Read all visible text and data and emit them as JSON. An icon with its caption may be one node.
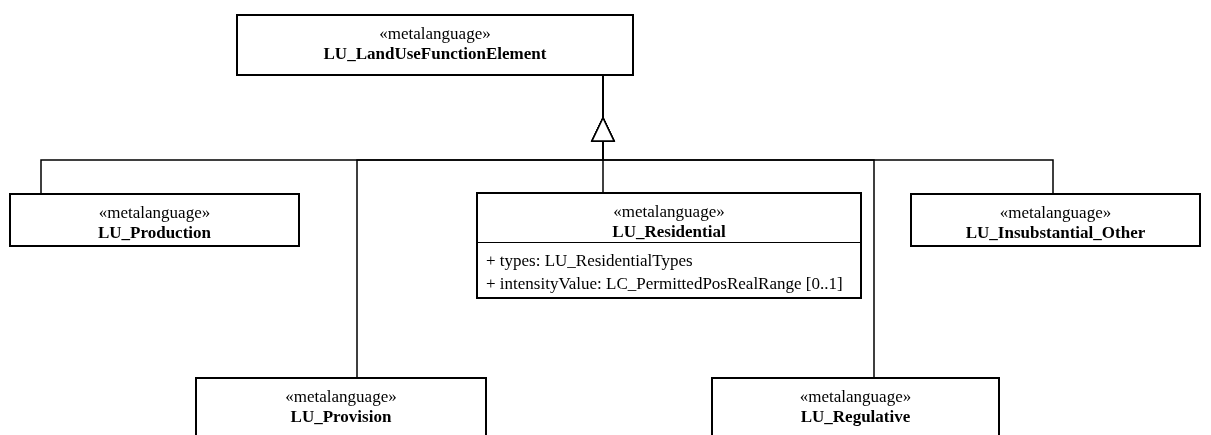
{
  "diagram": {
    "nodes": [
      {
        "text": [
          "«metalanguage»",
          "LU_LandUseFunctionElement"
        ]
      },
      {
        "text": [
          "«metalanguage»",
          "LU_Production"
        ]
      },
      {
        "text": [
          "«metalanguage»",
          "LU_Residential",
          "+ types: LU_ResidentialTypes",
          "+ intensityValue: LC_PermittedPosRealRange [0..1]"
        ]
      },
      {
        "text": [
          "«metalanguage»",
          "LU_Insubstantial_Other"
        ]
      },
      {
        "text": [
          "«metalanguage»",
          "LU_Provision"
        ]
      },
      {
        "text": [
          "«metalanguage»",
          "LU_Regulative"
        ]
      }
    ],
    "edges": [
      {
        "from": 1,
        "to": 0,
        "arrow": "to"
      },
      {
        "from": 4,
        "to": 0,
        "arrow": "to"
      },
      {
        "from": 2,
        "to": 0,
        "arrow": "to"
      },
      {
        "from": 5,
        "to": 0,
        "arrow": "to"
      },
      {
        "from": 3,
        "to": 0,
        "arrow": "to"
      }
    ]
  }
}
